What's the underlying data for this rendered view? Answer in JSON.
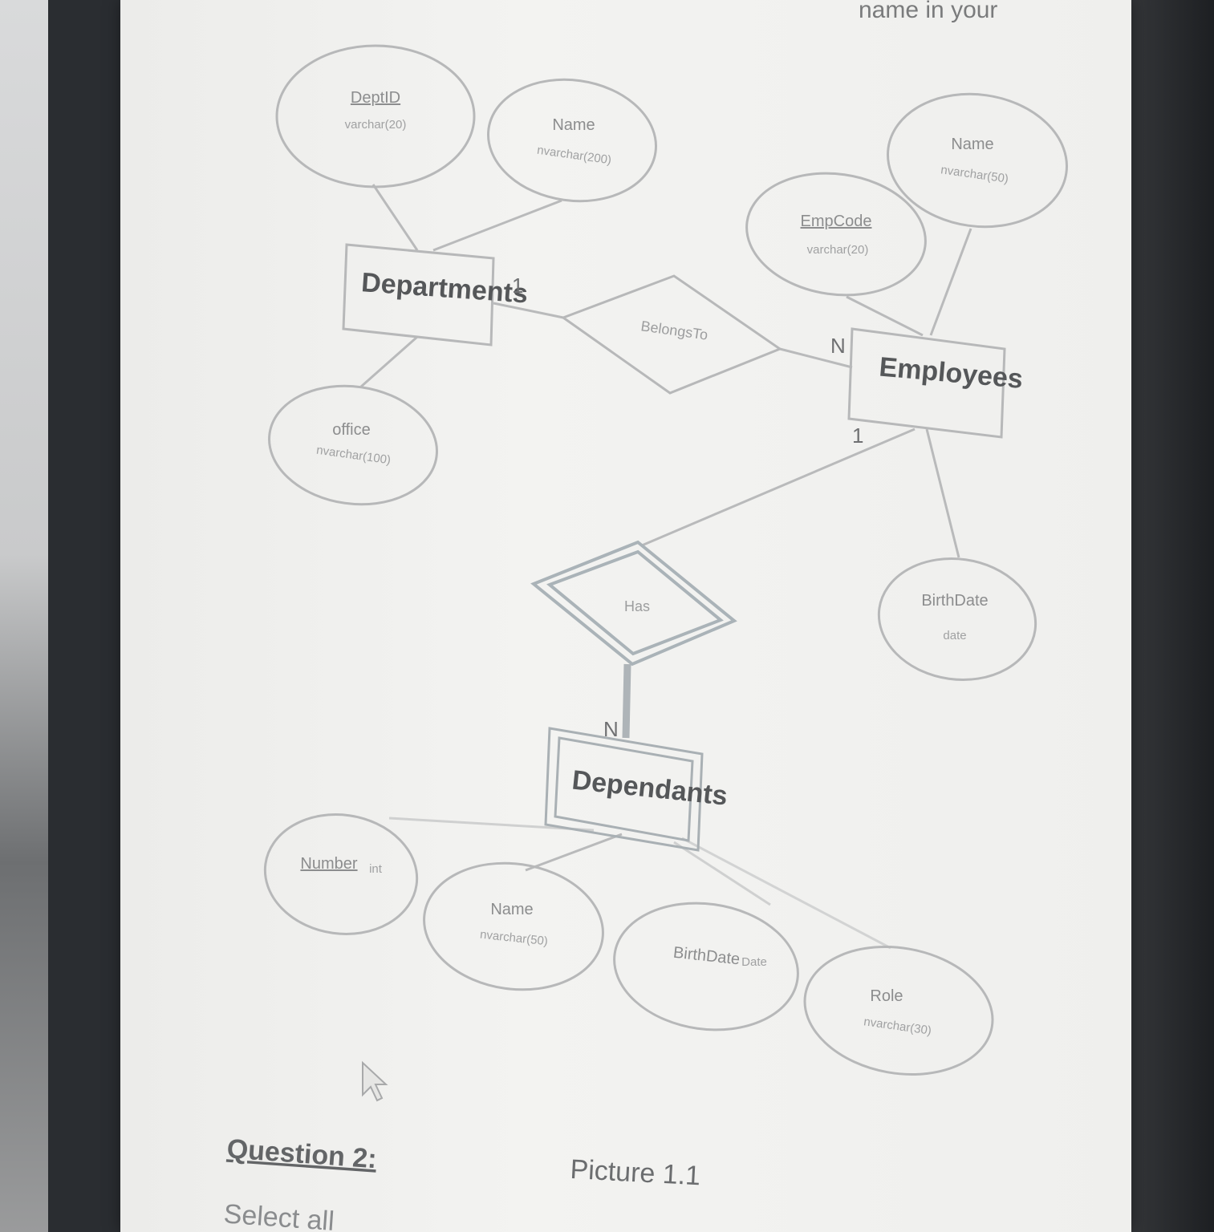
{
  "header_fragment": "name in your",
  "entities": {
    "departments": "Departments",
    "employees": "Employees",
    "dependants": "Dependants"
  },
  "relationships": {
    "belongs_to": "BelongsTo",
    "has": "Has"
  },
  "cardinalities": {
    "dept_one": "1",
    "emp_n": "N",
    "emp_one": "1",
    "dep_n": "N"
  },
  "attributes": {
    "dept_id": {
      "name": "DeptID",
      "type": "varchar(20)"
    },
    "dept_name": {
      "name": "Name",
      "type": "nvarchar(200)"
    },
    "dept_office": {
      "name": "office",
      "type": "nvarchar(100)"
    },
    "emp_name": {
      "name": "Name",
      "type": "nvarchar(50)"
    },
    "emp_code": {
      "name": "EmpCode",
      "type": "varchar(20)"
    },
    "emp_birthdate": {
      "name": "BirthDate",
      "type": "date"
    },
    "dep_number": {
      "name": "Number",
      "type": "int"
    },
    "dep_name": {
      "name": "Name",
      "type": "nvarchar(50)"
    },
    "dep_birthdate": {
      "name": "BirthDate",
      "type": "Date"
    },
    "dep_role": {
      "name": "Role",
      "type": "nvarchar(30)"
    }
  },
  "footer": {
    "question": "Question 2:",
    "caption": "Picture 1.1",
    "instruction_fragment": "Select all"
  }
}
